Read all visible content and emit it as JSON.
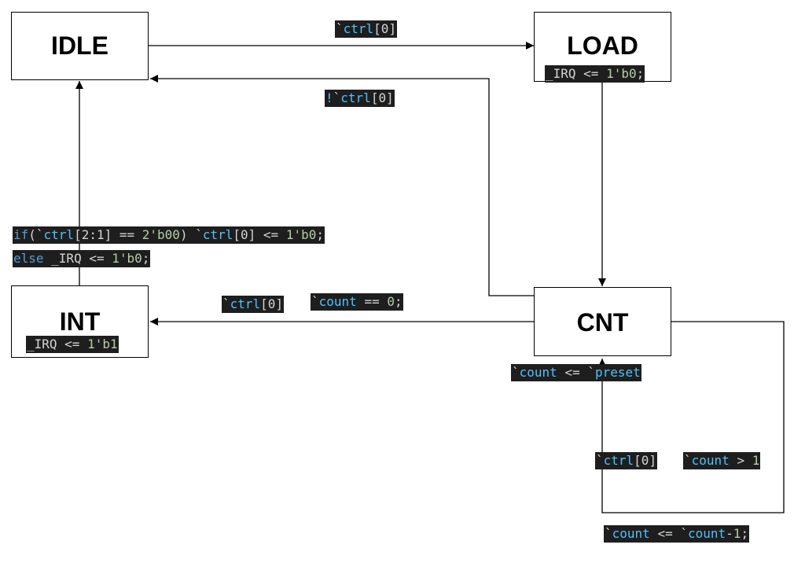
{
  "states": {
    "idle": "IDLE",
    "load": "LOAD",
    "int": "INT",
    "cnt": "CNT"
  },
  "labels": {
    "idle_to_load": {
      "tick": "`",
      "macro": "ctrl",
      "rest": "[0]"
    },
    "load_action": {
      "pre": "_IRQ <= ",
      "num": "1'b0",
      "post": ";"
    },
    "cnt_to_idle": {
      "bang": "!",
      "tick": "`",
      "macro": "ctrl",
      "rest": "[0]"
    },
    "int_cond_line1": {
      "kw": "if",
      "p1": "(`",
      "m1": "ctrl",
      "a": "[2:1] == ",
      "n1": "2'b00",
      "b": ") `",
      "m2": "ctrl",
      "c": "[0] <= ",
      "n2": "1'b0",
      "d": ";"
    },
    "int_cond_line2": {
      "kw": "else",
      "a": " _IRQ <= ",
      "n": "1'b0",
      "b": ";"
    },
    "int_action": {
      "pre": "_IRQ <= ",
      "num": "1'b1"
    },
    "cnt_to_int_a": {
      "tick": "`",
      "macro": "ctrl",
      "rest": "[0]"
    },
    "cnt_to_int_b": {
      "tick": "`",
      "macro": "count",
      "rest": " == ",
      "num": "0",
      "post": ";"
    },
    "cnt_entry": {
      "tick1": "`",
      "m1": "count",
      "mid": " <= `",
      "m2": "preset"
    },
    "self_a": {
      "tick": "`",
      "macro": "ctrl",
      "rest": "[0]"
    },
    "self_b": {
      "tick": "`",
      "macro": "count",
      "rest": " > ",
      "num": "1"
    },
    "self_action": {
      "tick1": "`",
      "m1": "count",
      "mid": " <= `",
      "m2": "count",
      "sub": "-",
      "num": "1",
      "post": ";"
    }
  },
  "colors": {
    "code_bg": "#1e1e1e",
    "keyword": "#569cd6",
    "macro": "#4fc1ff",
    "number": "#b5cea8",
    "text": "#d4d4d4"
  }
}
